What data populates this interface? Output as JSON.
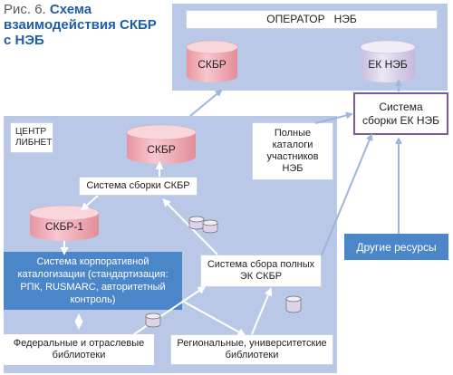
{
  "caption": {
    "prefix": "Рис. 6. ",
    "title": "Схема взаимодействия СКБР с НЭБ"
  },
  "operator": {
    "label": "ОПЕРАТОР   НЭБ",
    "skbr": "СКБР",
    "ek_neb": "ЕК НЭБ"
  },
  "assembly_ek": "Система сборки ЕК НЭБ",
  "other_resources": "Другие ресурсы",
  "libnet": {
    "center_label": "ЦЕНТР ЛИБНЕТ",
    "full_catalogs": "Полные каталоги участников НЭБ",
    "skbr": "СКБР",
    "assembly_skbr": "Система сборки СКБР",
    "skbr1": "СКБР-1",
    "corporate_system": "Система  корпоративной каталогизации (стандартизация: РПК, RUSMARC, авторитетный контроль)",
    "full_ek_collection": "Система сбора полных ЭК СКБР"
  },
  "federal_libraries": "Федеральные и отраслевые библиотеки",
  "regional_libraries": "Региональные, университетские библиотеки",
  "colors": {
    "panel": "#b9c8e6",
    "cylinder_pink": "#f2b3bd",
    "cylinder_lavender": "#dcd3ea",
    "corporate_box": "#4a86c8",
    "other_resources": "#4a86c8",
    "purple_border": "#7b5a9e",
    "arrow": "#9fb5dd",
    "caption_title": "#1f5fa8"
  }
}
